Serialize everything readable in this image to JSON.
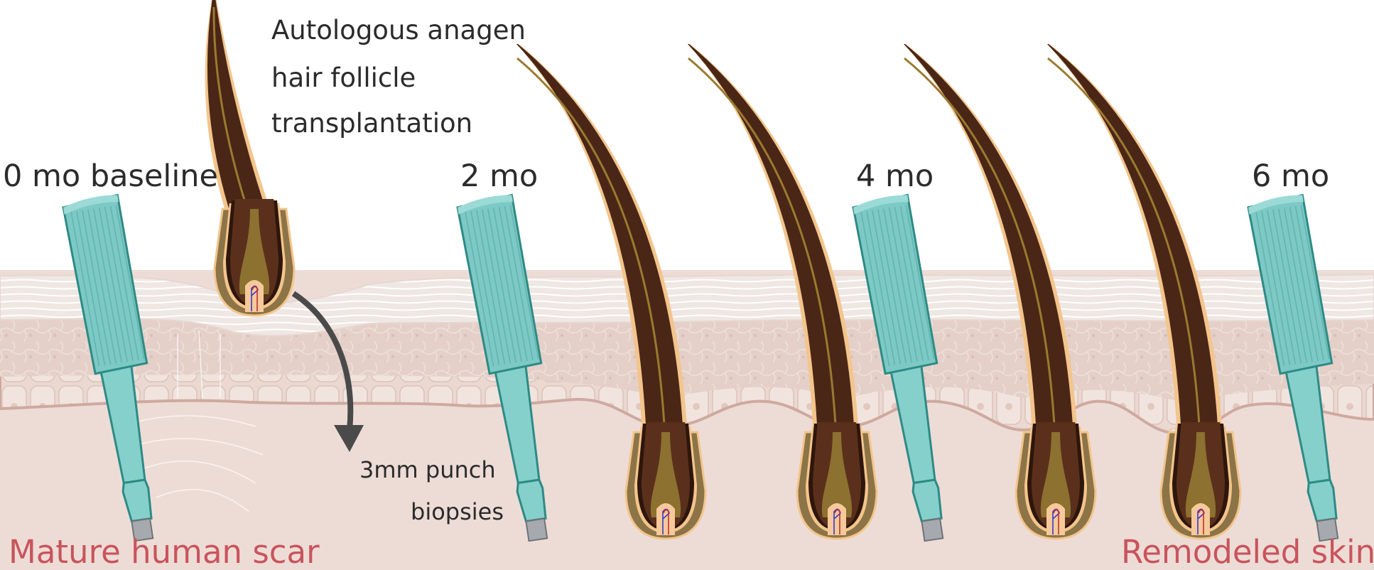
{
  "labels": {
    "transplant_line1": "Autologous anagen",
    "transplant_line2": "hair follicle",
    "transplant_line3": "transplantation",
    "time_0": "0 mo baseline",
    "time_2": "2 mo",
    "time_4": "4 mo",
    "time_6": "6 mo",
    "biopsy_line1": "3mm punch",
    "biopsy_line2": "biopsies",
    "start_state": "Mature human scar",
    "end_state": "Remodeled skin"
  },
  "colors": {
    "accent_red": "#c9545c",
    "punch_teal": "#7cc9c5",
    "hair_brown": "#4a2616",
    "dermis": "#eddcd6"
  }
}
